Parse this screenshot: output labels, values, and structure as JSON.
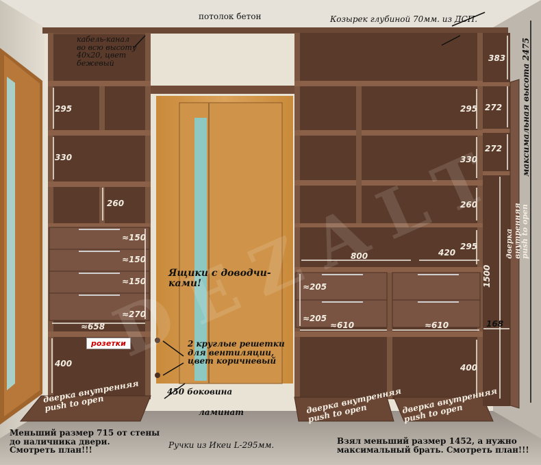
{
  "watermark": "DEZALT",
  "notes": {
    "ceiling": "потолок бетон",
    "visor": "Козырек глубиной 70мм. из ДСП.",
    "cable_channel": "кабель-канал\nво всю высоту\n40х20, цвет\nбежевый",
    "drawers_note": "Ящики с доводчи-\nками!",
    "vents": "2 круглые решетки\nдля вентиляции,\nцвет коричневый",
    "side_450": "450 боковина",
    "laminate": "ламинат",
    "sockets": "розетки",
    "door_left": "дверка внутренняя\npush to open",
    "door_mid": "дверка внутренняя\npush to open",
    "door_right": "дверка внутренняя\npush to open",
    "door_far_right": "дверка внутренняя\npush to open",
    "left_note": "Меньший размер 715 от стены\nдо наличника двери.\nСмотреть план!!!",
    "handles": "Ручки из Икеи L-295мм.",
    "right_note": "Взял меньший размер 1452,  а нужно\nмаксимальный брать. Смотреть план!!!",
    "max_height": "максимальная высота 2475"
  },
  "dims": {
    "l295": "295",
    "l330": "330",
    "l260": "260",
    "d150a": "≈150",
    "d150b": "≈150",
    "d150c": "≈150",
    "d270": "≈270",
    "w658": "≈658",
    "l400": "400",
    "r383": "383",
    "r295": "295",
    "r272a": "272",
    "r272b": "272",
    "r330": "330",
    "r260": "260",
    "r295b": "295",
    "w800": "800",
    "w420": "420",
    "d205a": "≈205",
    "d205b": "≈205",
    "w610a": "≈610",
    "w610b": "≈610",
    "r168": "168",
    "r1500": "1500",
    "r400": "400"
  }
}
